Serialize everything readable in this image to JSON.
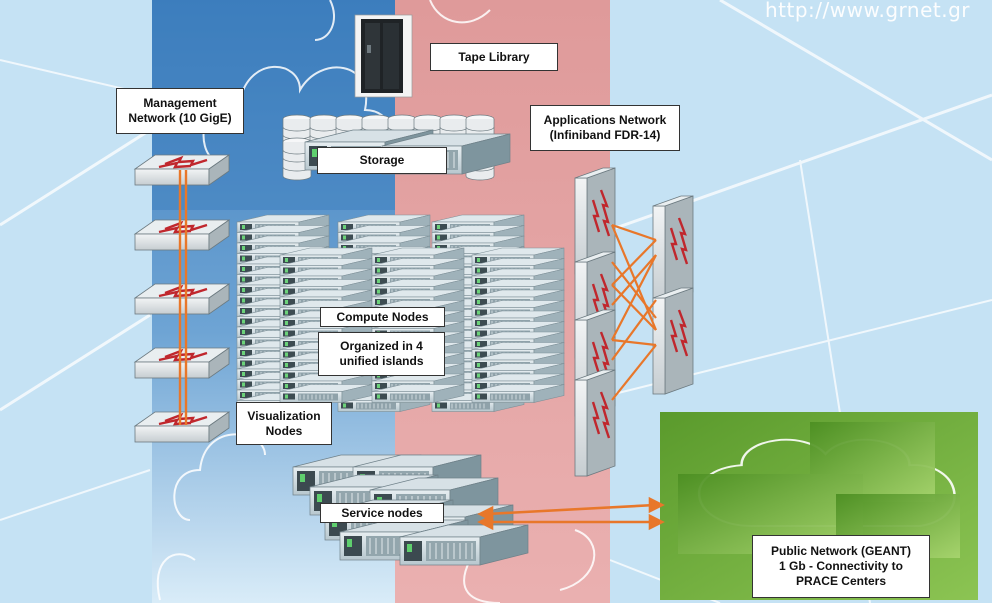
{
  "header": {
    "url": "http://www.grnet.gr"
  },
  "labels": {
    "tape_library": "Tape Library",
    "management_network": "Management\nNetwork (10 GigE)",
    "applications_network": "Applications Network\n(Infiniband FDR-14)",
    "storage": "Storage",
    "compute_nodes": "Compute Nodes",
    "organized": "Organized in 4\nunified islands",
    "visualization_nodes": "Visualization\nNodes",
    "service_nodes": "Service nodes",
    "public_network": "Public Network (GEANT)\n1 Gb - Connectivity to\nPRACE Centers"
  },
  "colors": {
    "background": "#c5e2f4",
    "management_zone": "#3d7fbf",
    "applications_zone": "#e0a0a0",
    "public_zone": "#6aa437",
    "link": "#e8772a"
  },
  "icons": {
    "switch": "network-switch-icon",
    "server": "rack-server-icon",
    "disk": "disk-stack-icon",
    "tape": "tape-library-icon",
    "cloud": "cloud-icon"
  }
}
